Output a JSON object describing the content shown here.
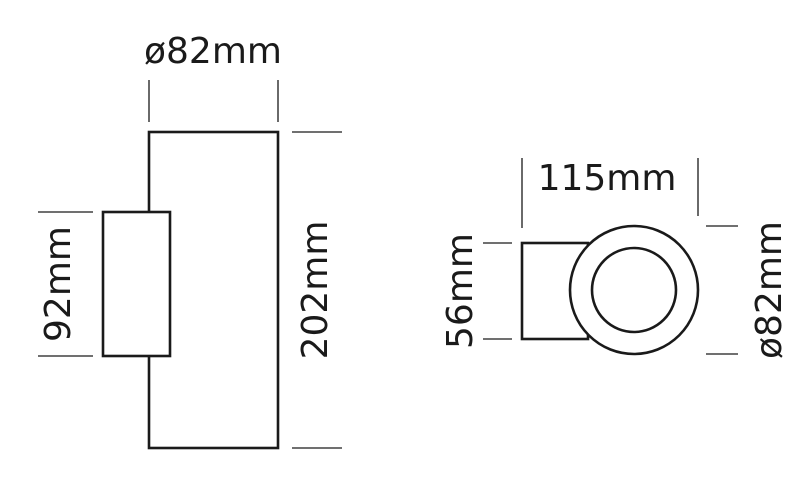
{
  "colors": {
    "background": "#ffffff",
    "stroke": "#1a1a1a"
  },
  "side_view": {
    "top_diameter": "ø82mm",
    "bracket_height": "92mm",
    "body_height": "202mm"
  },
  "top_view": {
    "total_length": "115mm",
    "bracket_height": "56mm",
    "right_diameter": "ø82mm"
  }
}
